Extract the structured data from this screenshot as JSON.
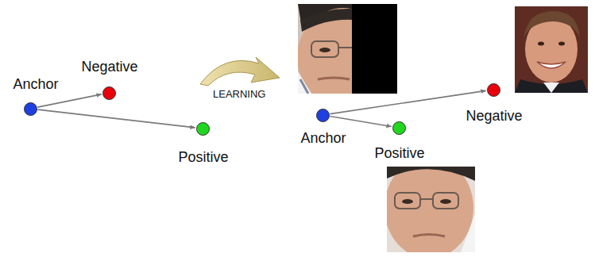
{
  "diagram": {
    "nodes": [
      {
        "text": [
          "Anchor"
        ]
      },
      {
        "text": [
          "Negative"
        ]
      },
      {
        "text": [
          "Positive"
        ]
      },
      {
        "text": [
          "Anchor"
        ]
      },
      {
        "text": [
          "Positive"
        ]
      },
      {
        "text": [
          "Negative"
        ]
      }
    ],
    "edges": [
      {
        "from": 0,
        "to": 1,
        "arrow": "to"
      },
      {
        "from": 0,
        "to": 2,
        "arrow": "to"
      },
      {
        "from": 3,
        "to": 4,
        "arrow": "to"
      },
      {
        "from": 3,
        "to": 5,
        "arrow": "to"
      }
    ],
    "labels": [
      "LEARNING"
    ]
  }
}
